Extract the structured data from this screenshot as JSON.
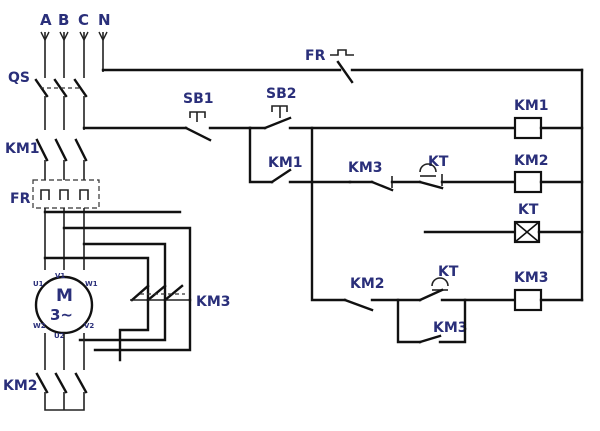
{
  "labels": {
    "phase_a": "A",
    "phase_b": "B",
    "phase_c": "C",
    "neutral": "N",
    "qs": "QS",
    "km1_main": "KM1",
    "fr_main": "FR",
    "km2_main": "KM2",
    "km3_main": "KM3",
    "fr_aux": "FR",
    "sb1": "SB1",
    "sb2": "SB2",
    "km1_aux": "KM1",
    "km3_aux": "KM3",
    "kt_nc": "KT",
    "km2_aux": "KM2",
    "kt_no": "KT",
    "km3_hold": "KM3",
    "coil_km1": "KM1",
    "coil_km2": "KM2",
    "coil_kt": "KT",
    "coil_km3": "KM3"
  },
  "motor": {
    "symbol_m": "M",
    "symbol_phase": "3~",
    "u1": "U1",
    "v1": "V1",
    "w1": "W1",
    "w2": "W2",
    "u2": "U2",
    "v2": "V2"
  },
  "colors": {
    "label": "#2a2f7a",
    "wire": "#111111"
  }
}
